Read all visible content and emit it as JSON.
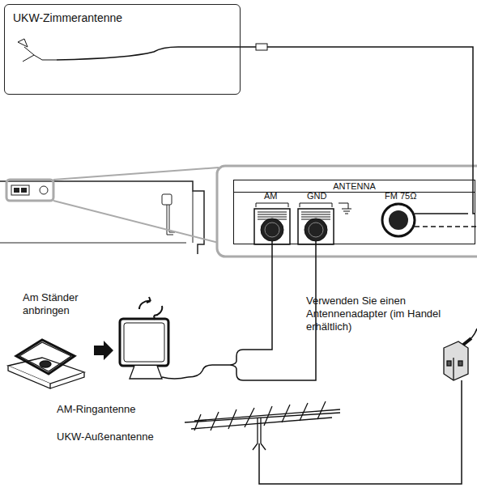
{
  "diagram": {
    "nodes": [
      {
        "text": [
          "UKW-Zimmerantenne"
        ]
      },
      {
        "text": [
          "ANTENNA"
        ]
      }
    ],
    "edges": [
      {
        "from": 0,
        "to": 1,
        "arrow": "none"
      }
    ],
    "labels": [
      "AM",
      "GND",
      "FM 75Ω",
      "Am Ständer anbringen",
      "AM-Ringantenne",
      "UKW-Außenantenne",
      "Verwenden Sie einen Antennenadapter (im Handel erhältlich)"
    ]
  }
}
